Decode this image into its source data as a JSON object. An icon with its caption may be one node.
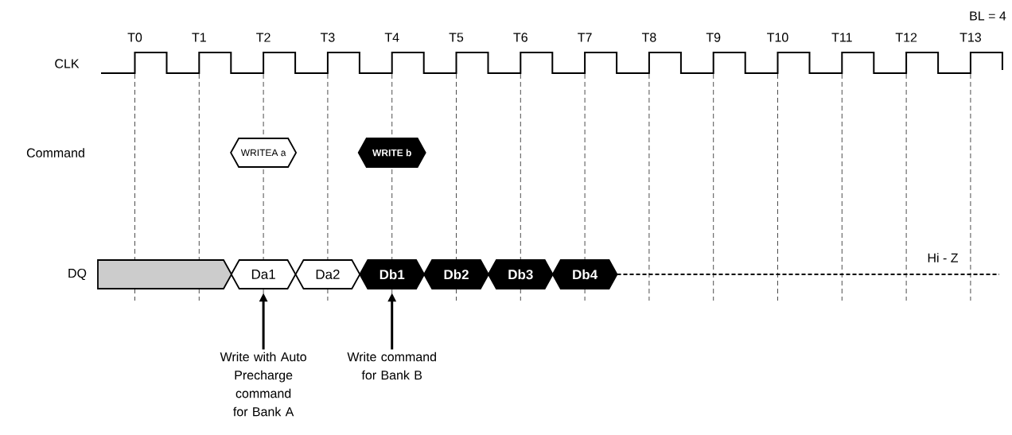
{
  "diagram": {
    "nodes": [
      {
        "text": [
          "WRITEA a"
        ]
      },
      {
        "text": [
          "WRITE b"
        ]
      },
      {
        "text": [],
        "shape": "bar"
      },
      {
        "text": [
          "Da1"
        ]
      },
      {
        "text": [
          "Da2"
        ]
      },
      {
        "text": [
          "Db1"
        ]
      },
      {
        "text": [
          "Db2"
        ]
      },
      {
        "text": [
          "Db3"
        ]
      },
      {
        "text": [
          "Db4"
        ]
      },
      {
        "text": [
          "Write with Auto Precharge command for Bank A"
        ]
      },
      {
        "text": [
          "Write command for Bank B"
        ]
      }
    ],
    "edges": [
      {
        "from": 9,
        "to": 3,
        "arrow": "to"
      },
      {
        "from": 10,
        "to": 5,
        "arrow": "to"
      }
    ],
    "labels": [
      "BL = 4",
      "T0",
      "T1",
      "T2",
      "T3",
      "T4",
      "T5",
      "T6",
      "T7",
      "T8",
      "T9",
      "T10",
      "T11",
      "T12",
      "T13",
      "CLK",
      "Command",
      "DQ",
      "Hi - Z"
    ]
  }
}
